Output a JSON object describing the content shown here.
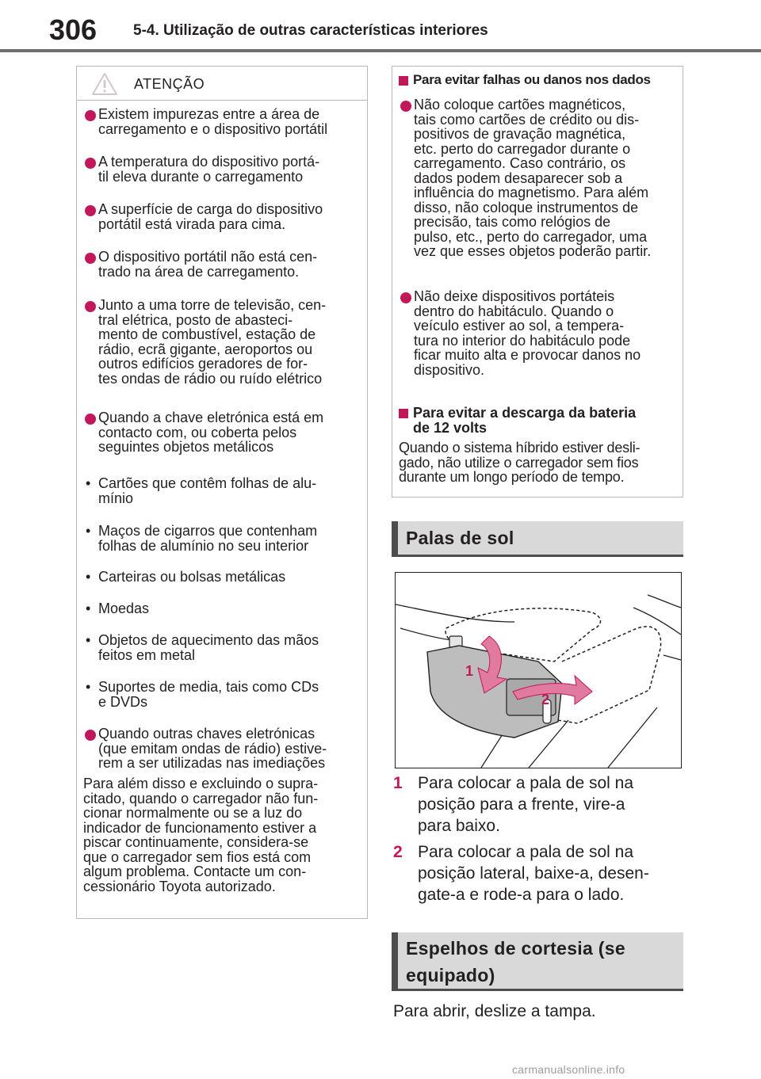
{
  "header": {
    "page_number": "306",
    "section_title": "5-4. Utilização de outras características interiores"
  },
  "warning": {
    "title": "ATENÇÃO",
    "icon": "warning-triangle-icon",
    "bullets": [
      [
        "Existem impurezas entre a área de",
        "carregamento e o dispositivo portátil"
      ],
      [
        "A temperatura do dispositivo portá-",
        "til eleva durante o carregamento"
      ],
      [
        "A superfície de carga do dispositivo",
        "portátil está virada para cima."
      ],
      [
        "O dispositivo portátil não está cen-",
        "trado na área de carregamento."
      ],
      [
        "Junto a uma torre de televisão, cen-",
        "tral elétrica, posto de abasteci-",
        "mento de combustível, estação de",
        "rádio, ecrã gigante, aeroportos ou",
        "outros edifícios geradores de for-",
        "tes ondas de rádio ou ruído elétrico"
      ],
      [
        "Quando a chave eletrónica está em",
        "contacto com, ou coberta pelos",
        "seguintes objetos metálicos"
      ]
    ],
    "subitems": [
      [
        "Cartões que contêm folhas de alu-",
        "mínio"
      ],
      [
        "Maços de cigarros que contenham",
        "folhas de alumínio no seu interior"
      ],
      [
        "Carteiras ou bolsas metálicas"
      ],
      [
        "Moedas"
      ],
      [
        "Objetos de aquecimento das mãos",
        "feitos em metal"
      ],
      [
        "Suportes de media, tais como CDs",
        "e DVDs"
      ]
    ],
    "last_bullet": [
      "Quando outras chaves eletrónicas",
      "(que emitam ondas de rádio) estive-",
      "rem a ser utilizadas nas imediações"
    ],
    "closing": [
      "Para além disso e excluindo o supra-",
      "citado, quando o carregador não fun-",
      "cionar normalmente ou se a luz do",
      "indicador de funcionamento estiver a",
      "piscar continuamente, considera-se",
      "que o carregador sem fios está com",
      "algum problema. Contacte um con-",
      "cessionário Toyota autorizado."
    ]
  },
  "notice": {
    "heading1": "Para evitar falhas ou danos nos dados",
    "bullet1": [
      "Não coloque cartões magnéticos,",
      "tais como cartões de crédito ou dis-",
      "positivos de gravação magnética,",
      "etc. perto do carregador durante o",
      "carregamento. Caso contrário, os",
      "dados podem desaparecer sob a",
      "influência do magnetismo. Para além",
      "disso, não coloque instrumentos de",
      "precisão, tais como relógios de",
      "pulso, etc., perto do carregador, uma",
      "vez que esses objetos poderão partir."
    ],
    "bullet2": [
      "Não deixe dispositivos portáteis",
      "dentro do habitáculo. Quando o",
      "veículo estiver ao sol, a tempera-",
      "tura no interior do habitáculo pode",
      "ficar muito alta e provocar danos no",
      "dispositivo."
    ],
    "heading2": [
      "Para evitar a descarga da bateria",
      "de 12 volts"
    ],
    "text2": [
      "Quando o sistema híbrido estiver desli-",
      "gado, não utilize o carregador sem fios",
      "durante um longo período de tempo."
    ]
  },
  "sun_visors": {
    "banner": "Palas de sol",
    "figure_labels": [
      "1",
      "2"
    ],
    "steps": [
      {
        "num": "1",
        "lines": [
          "Para colocar a pala de sol na",
          "posição para a frente, vire-a",
          "para baixo."
        ]
      },
      {
        "num": "2",
        "lines": [
          "Para colocar a pala de sol na",
          "posição lateral, baixe-a, desen-",
          "gate-a e rode-a para o lado."
        ]
      }
    ]
  },
  "mirrors": {
    "banner": [
      "Espelhos de cortesia (se",
      "equipado)"
    ],
    "text": "Para abrir, deslize a tampa."
  },
  "watermark": "carmanualsonline.info",
  "colors": {
    "accent": "#c2185b",
    "rule": "#6d6e70",
    "banner_bg": "#d9d9da",
    "banner_dark": "#4d4d4f"
  }
}
